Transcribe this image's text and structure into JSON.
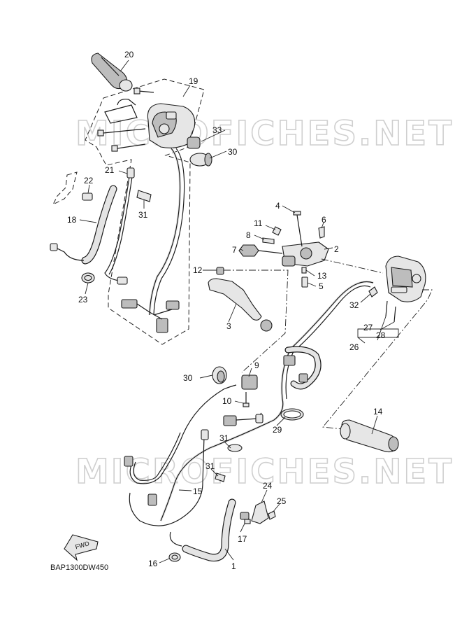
{
  "watermark": {
    "text": "MICROFICHES.NET"
  },
  "diagram_code": "BAP1300DW450",
  "fwd_label": "FWD",
  "callouts": {
    "c1": "1",
    "c2": "2",
    "c3": "3",
    "c4": "4",
    "c5": "5",
    "c6": "6",
    "c7": "7",
    "c8": "8",
    "c9": "9",
    "c10": "10",
    "c11": "11",
    "c12": "12",
    "c13": "13",
    "c14": "14",
    "c15": "15",
    "c16": "16",
    "c17": "17",
    "c18": "18",
    "c19": "19",
    "c20": "20",
    "c21": "21",
    "c22": "22",
    "c23": "23",
    "c24": "24",
    "c25": "25",
    "c26": "26",
    "c27": "27",
    "c28": "28",
    "c29": "29",
    "c30a": "30",
    "c30b": "30",
    "c31a": "31",
    "c31b": "31",
    "c31c": "31",
    "c32": "32",
    "c33": "33"
  }
}
